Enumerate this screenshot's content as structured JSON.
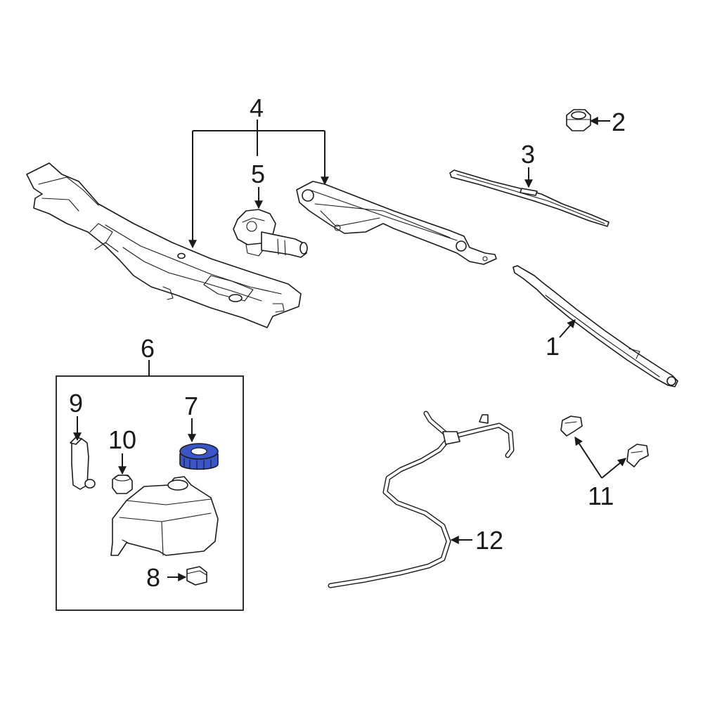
{
  "diagram": {
    "highlight_color": "#3a55c8",
    "callouts": {
      "c1": "1",
      "c2": "2",
      "c3": "3",
      "c4": "4",
      "c5": "5",
      "c6": "6",
      "c7": "7",
      "c8": "8",
      "c9": "9",
      "c10": "10",
      "c11": "11",
      "c12": "12"
    }
  }
}
